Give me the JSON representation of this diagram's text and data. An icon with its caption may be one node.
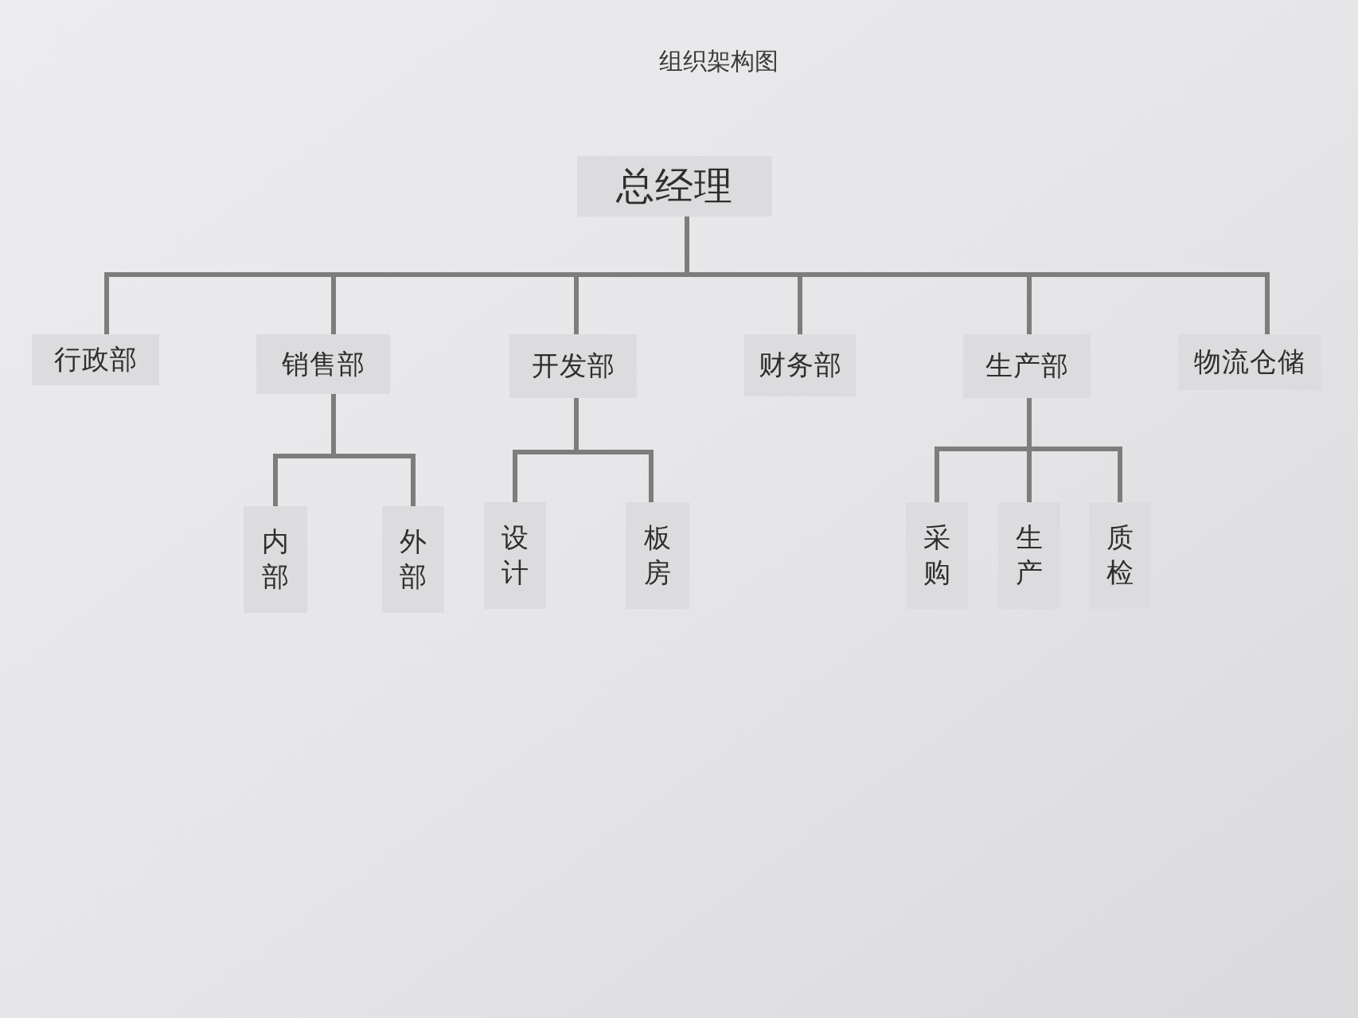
{
  "diagram": {
    "title": "组织架构图",
    "nodes": [
      {
        "text": [
          "总经理"
        ]
      },
      {
        "text": [
          "行政部"
        ]
      },
      {
        "text": [
          "销售部"
        ]
      },
      {
        "text": [
          "开发部"
        ]
      },
      {
        "text": [
          "财务部"
        ]
      },
      {
        "text": [
          "生产部"
        ]
      },
      {
        "text": [
          "物流仓储"
        ]
      },
      {
        "text": [
          "内部"
        ]
      },
      {
        "text": [
          "外部"
        ]
      },
      {
        "text": [
          "设计"
        ]
      },
      {
        "text": [
          "板房"
        ]
      },
      {
        "text": [
          "采购"
        ]
      },
      {
        "text": [
          "生产"
        ]
      },
      {
        "text": [
          "质检"
        ]
      }
    ],
    "edges": [
      {
        "from": 0,
        "to": 1,
        "arrow": "none"
      },
      {
        "from": 0,
        "to": 2,
        "arrow": "none"
      },
      {
        "from": 0,
        "to": 3,
        "arrow": "none"
      },
      {
        "from": 0,
        "to": 4,
        "arrow": "none"
      },
      {
        "from": 0,
        "to": 5,
        "arrow": "none"
      },
      {
        "from": 0,
        "to": 6,
        "arrow": "none"
      },
      {
        "from": 2,
        "to": 7,
        "arrow": "none"
      },
      {
        "from": 2,
        "to": 8,
        "arrow": "none"
      },
      {
        "from": 3,
        "to": 9,
        "arrow": "none"
      },
      {
        "from": 3,
        "to": 10,
        "arrow": "none"
      },
      {
        "from": 5,
        "to": 11,
        "arrow": "none"
      },
      {
        "from": 5,
        "to": 12,
        "arrow": "none"
      },
      {
        "from": 5,
        "to": 13,
        "arrow": "none"
      }
    ]
  }
}
